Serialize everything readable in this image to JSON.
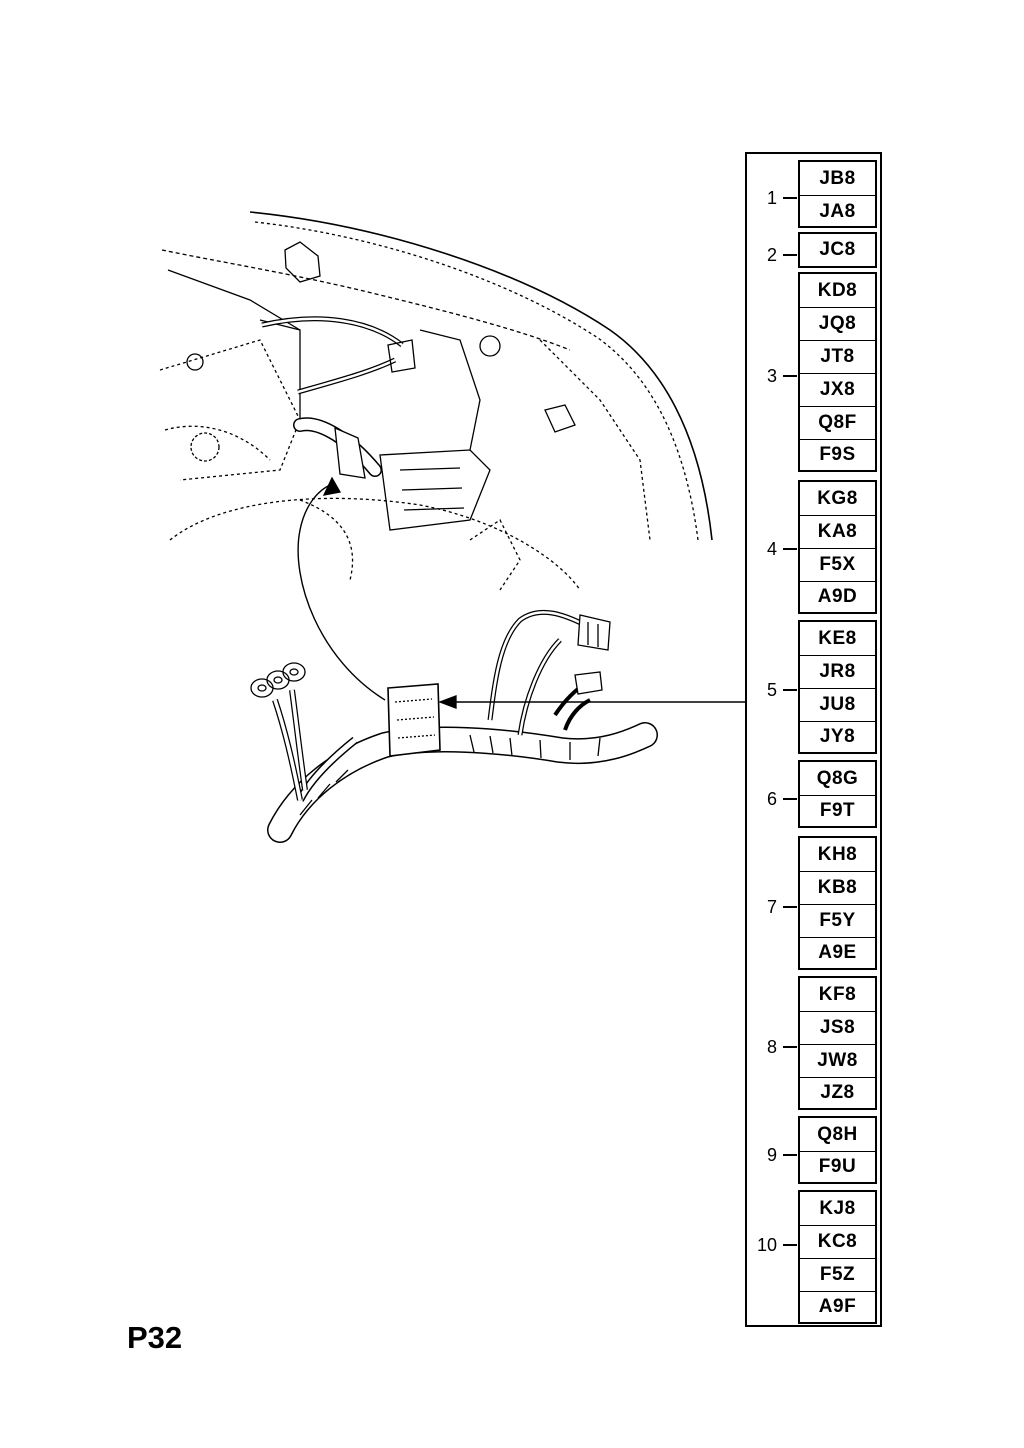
{
  "page_code": "P32",
  "groups": [
    {
      "number": "1",
      "codes": [
        "JB8",
        "JA8"
      ]
    },
    {
      "number": "2",
      "codes": [
        "JC8"
      ]
    },
    {
      "number": "3",
      "codes": [
        "KD8",
        "JQ8",
        "JT8",
        "JX8",
        "Q8F",
        "F9S"
      ]
    },
    {
      "number": "4",
      "codes": [
        "KG8",
        "KA8",
        "F5X",
        "A9D"
      ]
    },
    {
      "number": "5",
      "codes": [
        "KE8",
        "JR8",
        "JU8",
        "JY8"
      ]
    },
    {
      "number": "6",
      "codes": [
        "Q8G",
        "F9T"
      ]
    },
    {
      "number": "7",
      "codes": [
        "KH8",
        "KB8",
        "F5Y",
        "A9E"
      ]
    },
    {
      "number": "8",
      "codes": [
        "KF8",
        "JS8",
        "JW8",
        "JZ8"
      ]
    },
    {
      "number": "9",
      "codes": [
        "Q8H",
        "F9U"
      ]
    },
    {
      "number": "10",
      "codes": [
        "KJ8",
        "KC8",
        "F5Z",
        "A9F"
      ]
    }
  ]
}
